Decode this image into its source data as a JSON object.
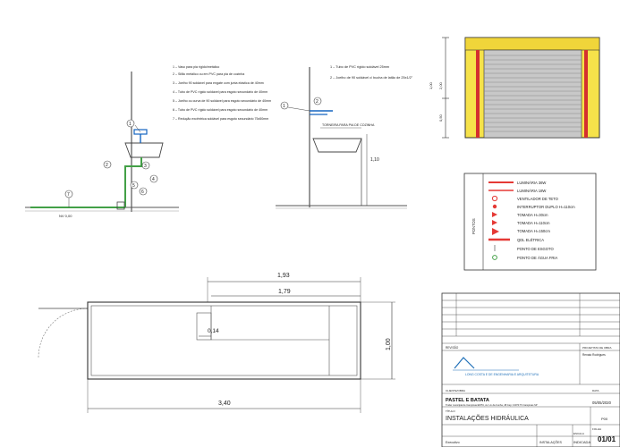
{
  "detail1": {
    "notes": [
      "1 – Vaso para pia rígido/metálico",
      "2 – Sifão metálico ou em PVC para pia de cozinha",
      "3 – Joelho 90 soldável para engate com junta elástica de 40mm",
      "4 – Tubo de PVC rígido soldável para esgoto secundário de 40mm",
      "5 – Joelho ou curva de 90 soldável para esgoto secundário de 40mm",
      "6 – Tubo de PVC rígido soldável para esgoto secundário de 40mm",
      "7 – Redução excêntrica soldável para esgoto secundário 75x50mm"
    ],
    "callouts": [
      "1",
      "2",
      "3",
      "4",
      "5",
      "6",
      "7"
    ],
    "level_label": "NV 0,00"
  },
  "detail2": {
    "notes": [
      "1 – Tubo de PVC rígido soldável 25mm",
      "2 – Joelho de 90 soldável c/ bucha de latão de 25x1/2\""
    ],
    "callouts": [
      "1",
      "2"
    ],
    "faucet_label": "TORNEIRA PARA PIA DE COZINHA",
    "height_dim": "1,10"
  },
  "elevation": {
    "dims": [
      "2,00",
      "1,00",
      "0,50"
    ]
  },
  "legend": {
    "side_label": "PONTOS",
    "items": [
      {
        "label": "LUMINÁRIA 36W",
        "color": "#e53935"
      },
      {
        "label": "LUMINÁRIA 18W",
        "color": "#e53935"
      },
      {
        "label": "VENTILADOR DE TETO",
        "color": "#e53935"
      },
      {
        "label": "INTERRUPTOR DUPLO H=110cm",
        "color": "#e53935"
      },
      {
        "label": "TOMADA H=30cm",
        "color": "#e53935"
      },
      {
        "label": "TOMADA H=110cm",
        "color": "#e53935"
      },
      {
        "label": "TOMADA H=150cm",
        "color": "#e53935"
      },
      {
        "label": "QDL ELÉTRICA",
        "color": "#e53935"
      },
      {
        "label": "PONTO DE ESGOTO",
        "color": "#888888"
      },
      {
        "label": "PONTO DE ÁGUA FRIA",
        "color": "#43a047"
      }
    ]
  },
  "plan": {
    "dims": {
      "outer_width": "1,93",
      "inner_width": "1,79",
      "small": "0,14",
      "height": "1,00",
      "total": "3,40"
    }
  },
  "title_block": {
    "rev_label": "REVISÃO",
    "right_label_1": "PROJETISTA DE OBRA",
    "right_label_2": "Renato Rodrigues",
    "company": "LONG COSTA E DE ENGENHARIA E ARQUITETURA",
    "client_label": "CLIENTE/OBRA",
    "project_name": "PASTEL E BATATA",
    "address": "Trailer municipal de Campinas EMTU, Av. Lix da Cunha, 48 Cep: 13073 T3 Campinas SP",
    "date": "05/05/2020",
    "right_small_1": "DATA",
    "title_label": "TÍTULO",
    "sheet_title": "INSTALAÇÕES HIDRÁULICA",
    "code": "P00",
    "bottom_left": "Executivo",
    "bottom_mid": "INSTALAÇÕES",
    "bottom_scale": "INDICADA",
    "sheet_number": "01/01",
    "scale_label": "ESCALA",
    "sheet_label": "FOLHA"
  }
}
